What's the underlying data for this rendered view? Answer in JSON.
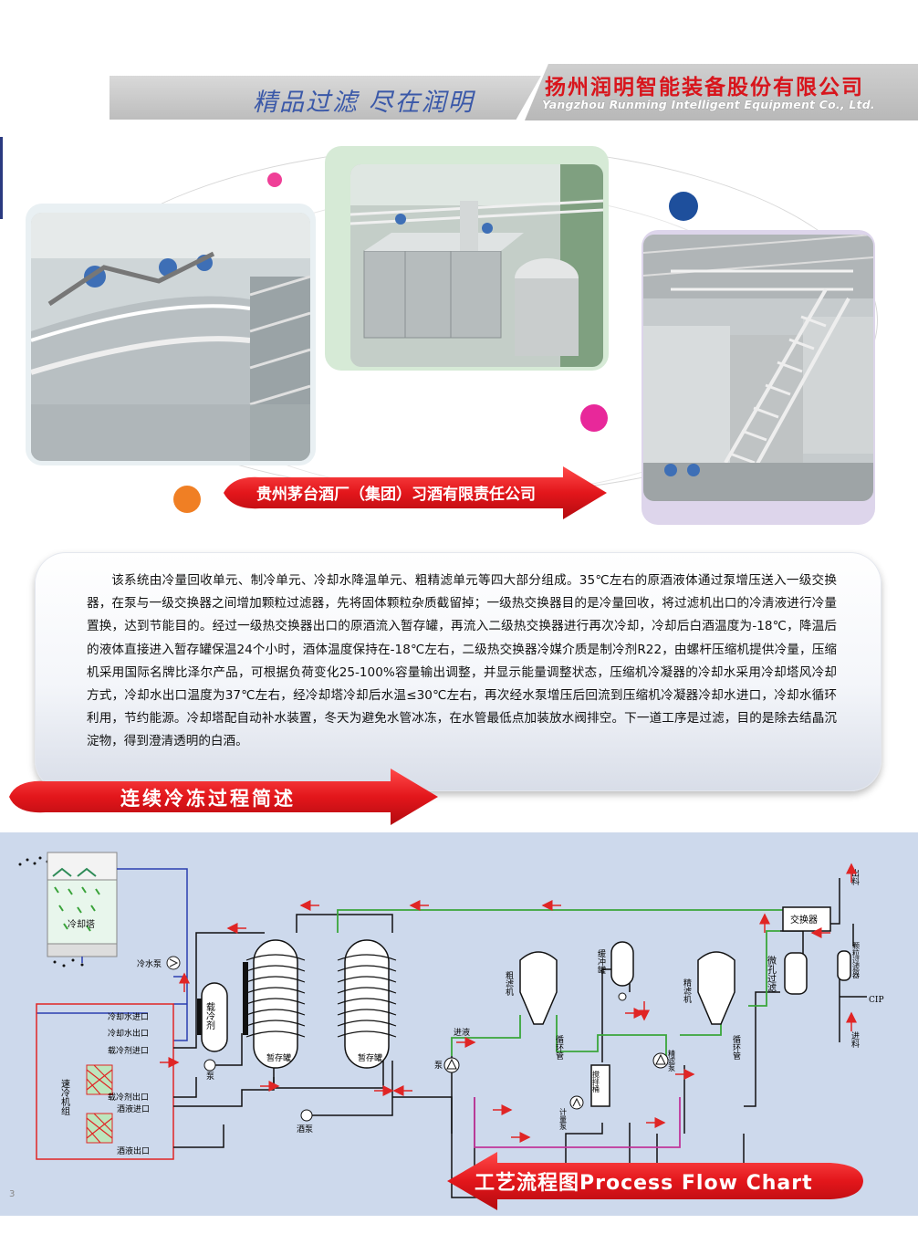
{
  "header": {
    "slogan": "精品过滤   尽在润明",
    "company_cn": "扬州润明智能装备股份有限公司",
    "company_en": "Yangzhou Runming Intelligent Equipment Co., Ltd."
  },
  "photo_banner": {
    "label": "贵州茅台酒厂（集团）习酒有限责任公司"
  },
  "description": {
    "text": "该系统由冷量回收单元、制冷单元、冷却水降温单元、粗精滤单元等四大部分组成。35℃左右的原酒液体通过泵增压送入一级交换器，在泵与一级交换器之间增加颗粒过滤器，先将固体颗粒杂质截留掉；一级热交换器目的是冷量回收，将过滤机出口的冷清液进行冷量置换，达到节能目的。经过一级热交换器出口的原酒流入暂存罐，再流入二级热交换器进行再次冷却，冷却后白酒温度为-18℃，降温后的液体直接进入暂存罐保温24个小时，酒体温度保持在-18℃左右，二级热交换器冷媒介质是制冷剂R22，由螺杆压缩机提供冷量，压缩机采用国际名牌比泽尔产品，可根据负荷变化25-100%容量输出调整，并显示能量调整状态，压缩机冷凝器的冷却水采用冷却塔风冷却方式，冷却水出口温度为37℃左右，经冷却塔冷却后水温≤30℃左右，再次经水泵增压后回流到压缩机冷凝器冷却水进口，冷却水循环利用，节约能源。冷却塔配自动补水装置，冬天为避免水管冰冻，在水管最低点加装放水阀排空。下一道工序是过滤，目的是除去结晶沉淀物，得到澄清透明的白酒。",
    "banner": "连续冷冻过程简述"
  },
  "flow": {
    "title": "工艺流程图Process Flow Chart",
    "labels": {
      "cooling_tower": "冷却塔",
      "cold_water_pump": "冷水泵",
      "cw_in": "冷却水进口",
      "cw_out": "冷却水出口",
      "coolant_in": "载冷剂进口",
      "chiller": "速冷机组",
      "coolant_out": "载冷剂出口",
      "wine_in": "酒液进口",
      "wine_out": "酒液出口",
      "coolant": "载冷剂",
      "pump": "泵",
      "tank1": "暂存罐",
      "tank2": "暂存罐",
      "wine_pump": "酒泵",
      "inlet": "进液",
      "pump2": "泵",
      "coarse_filter": "粗滤机",
      "circ_pipe1": "循环管",
      "buffer_tank": "缓冲罐",
      "mix_tank": "搅拌桶",
      "metering_pump": "计量泵",
      "fine_pump": "精滤泵",
      "fine_filter": "精滤机",
      "circ_pipe2": "循环管",
      "micro_filter": "微孔过滤",
      "exchanger": "交换器",
      "particle_filter": "颗粒过滤器",
      "outlet": "出料",
      "cip": "CIP",
      "feed": "进料",
      "page_number": "3"
    }
  },
  "colors": {
    "accent_red": "#e3161b",
    "brand_blue": "#3a58a8",
    "pipe_green": "#3aa63a",
    "pipe_blue": "#2b3fb0",
    "pipe_magenta": "#c0359a",
    "pipe_red": "#e02525"
  }
}
